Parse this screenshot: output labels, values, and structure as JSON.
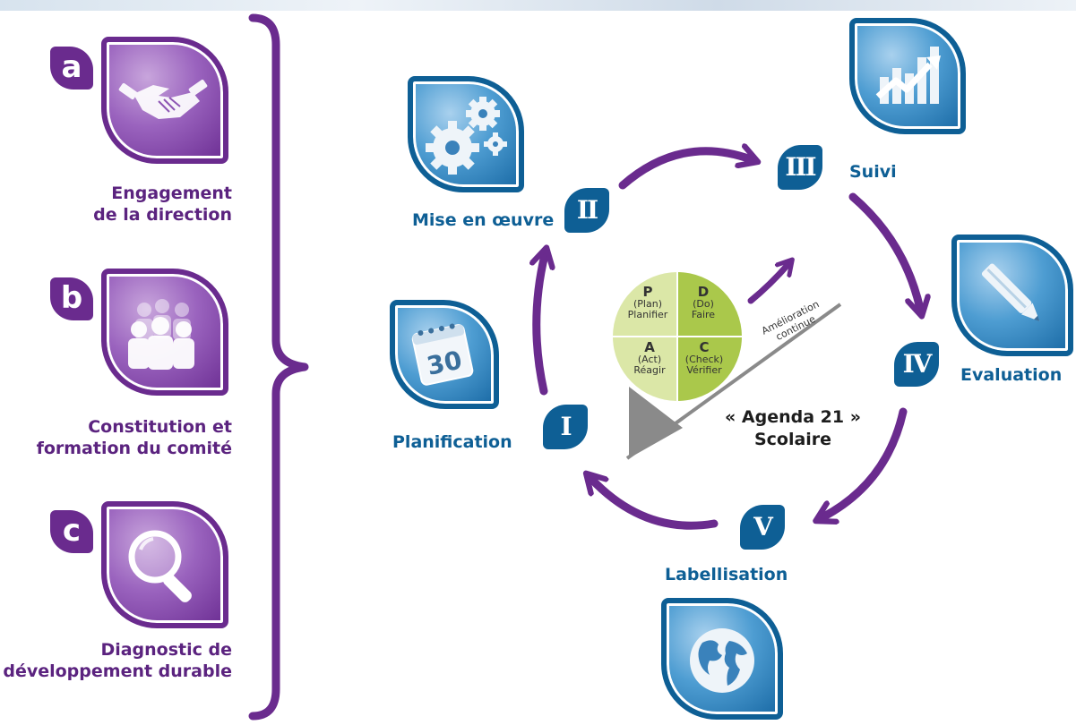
{
  "colors": {
    "purple": "#6a2b8e",
    "blue": "#0e5f95",
    "green_light": "#dbe7a7",
    "green_dark": "#aac84b",
    "gray": "#8a8a8a"
  },
  "prep_steps": [
    {
      "letter": "a",
      "icon": "handshake-icon",
      "line1": "Engagement",
      "line2": "de la direction"
    },
    {
      "letter": "b",
      "icon": "group-people-icon",
      "line1": "Constitution et",
      "line2": "formation du comité"
    },
    {
      "letter": "c",
      "icon": "magnifier-icon",
      "line1": "Diagnostic de",
      "line2": "développement durable"
    }
  ],
  "cycle_steps": [
    {
      "numeral": "I",
      "label": "Planification",
      "icon": "calendar-icon",
      "calendar_number": "30"
    },
    {
      "numeral": "II",
      "label": "Mise en œuvre",
      "icon": "gears-icon"
    },
    {
      "numeral": "III",
      "label": "Suivi",
      "icon": "chart-growth-icon"
    },
    {
      "numeral": "IV",
      "label": "Evaluation",
      "icon": "pencil-icon"
    },
    {
      "numeral": "V",
      "label": "Labellisation",
      "icon": "globe-icon"
    }
  ],
  "pdca": {
    "plan": {
      "letter": "P",
      "en": "(Plan)",
      "fr": "Planifier"
    },
    "do": {
      "letter": "D",
      "en": "(Do)",
      "fr": "Faire"
    },
    "act": {
      "letter": "A",
      "en": "(Act)",
      "fr": "Réagir"
    },
    "check": {
      "letter": "C",
      "en": "(Check)",
      "fr": "Vérifier"
    }
  },
  "improvement": {
    "line1": "Amélioration",
    "line2": "continue"
  },
  "center": {
    "line1": "« Agenda 21 »",
    "line2": "Scolaire"
  }
}
